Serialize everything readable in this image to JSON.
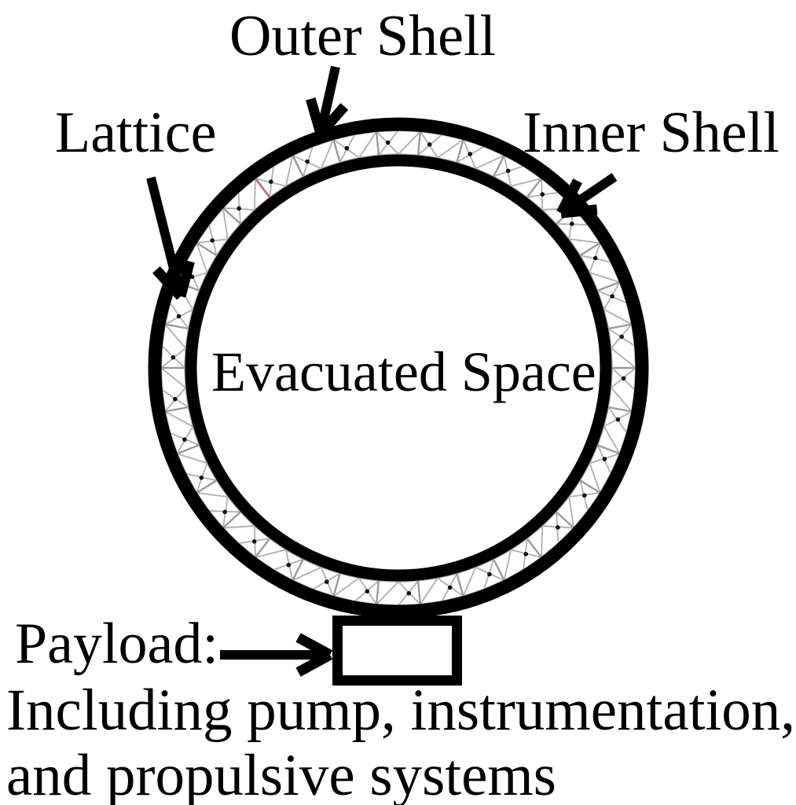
{
  "diagram": {
    "labels": {
      "outer_shell": "Outer Shell",
      "lattice": "Lattice",
      "inner_shell": "Inner Shell",
      "evacuated_space": "Evacuated Space",
      "payload": "Payload:"
    },
    "caption": {
      "line1": "Including pump, instrumentation,",
      "line2": "and propulsive systems"
    },
    "colors": {
      "ink": "#000000",
      "shell_stroke": "#000000",
      "lattice_member": "#b2b2b2",
      "lattice_rung": "#9b9b9b",
      "lattice_node_dot": "#121212",
      "lattice_accent_member": "#bb7a7a",
      "background": "#ffffff",
      "text": "#000000"
    }
  }
}
